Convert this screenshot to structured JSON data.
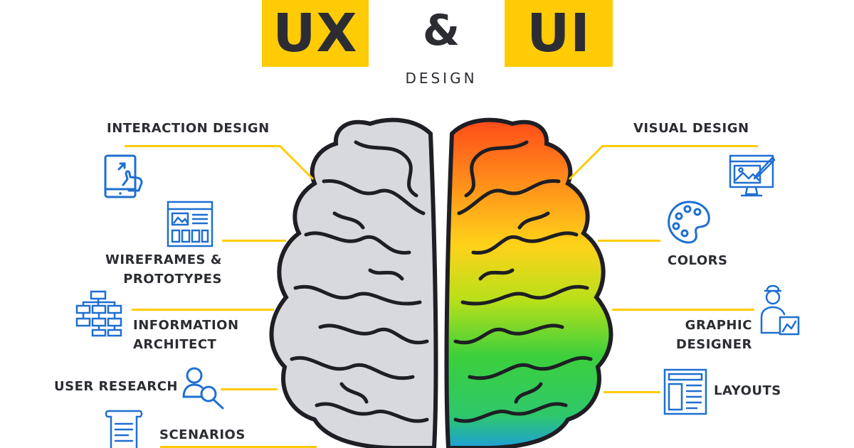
{
  "header": {
    "ux_label": "UX",
    "amp_label": "&",
    "ui_label": "UI",
    "subtitle": "DESIGN"
  },
  "left_topics": [
    {
      "id": "interaction-design",
      "label": "INTERACTION DESIGN",
      "icon": "tablet-touch-icon"
    },
    {
      "id": "wireframes",
      "line1": "WIREFRAMES &",
      "line2": "PROTOTYPES",
      "icon": "wireframe-icon"
    },
    {
      "id": "information-architect",
      "line1": "INFORMATION",
      "line2": "ARCHITECT",
      "icon": "sitemap-icon"
    },
    {
      "id": "user-research",
      "label": "USER RESEARCH",
      "icon": "user-search-icon"
    },
    {
      "id": "scenarios",
      "label": "SCENARIOS",
      "icon": "scroll-document-icon"
    }
  ],
  "right_topics": [
    {
      "id": "visual-design",
      "label": "VISUAL DESIGN",
      "icon": "monitor-brush-icon"
    },
    {
      "id": "colors",
      "label": "COLORS",
      "icon": "palette-icon"
    },
    {
      "id": "graphic-designer",
      "line1": "GRAPHIC",
      "line2": "DESIGNER",
      "icon": "designer-person-icon"
    },
    {
      "id": "layouts",
      "label": "LAYOUTS",
      "icon": "layout-icon"
    }
  ],
  "colors": {
    "accent_yellow": "#ffcb05",
    "icon_blue": "#1f6fd1",
    "text_dark": "#2b2d33",
    "brain_left": "#d7d9dc",
    "brain_outline": "#1e1e24",
    "gradient": [
      "#ff4b1a",
      "#ff8a1a",
      "#ffd21a",
      "#b8e01a",
      "#3ccf3c",
      "#2ec86b",
      "#1e9fd8"
    ]
  }
}
